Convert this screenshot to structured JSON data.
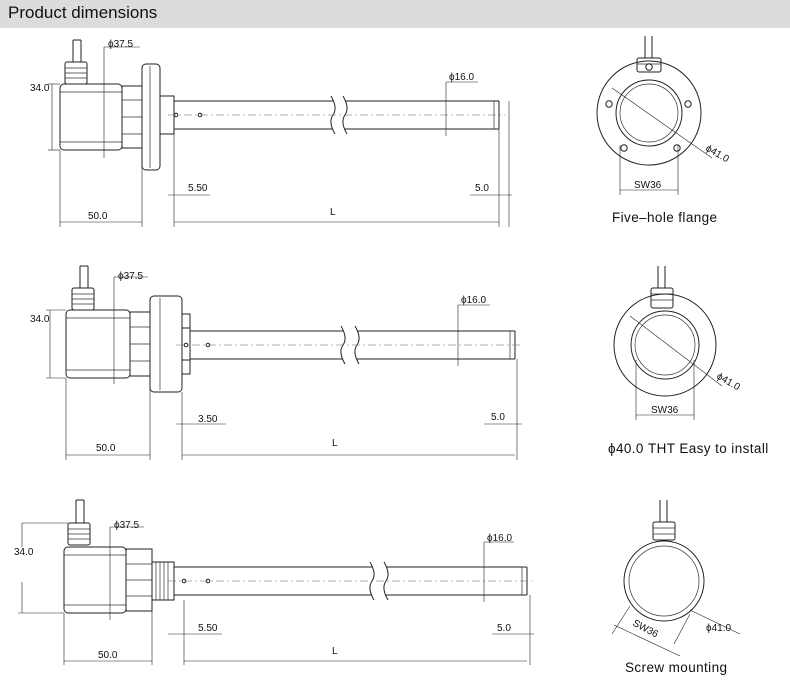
{
  "header": {
    "title": "Product dimensions"
  },
  "views": [
    {
      "caption": "Five–hole flange",
      "dia_cable": "ϕ37.5",
      "height": "34.0",
      "dia_rod": "ϕ16.0",
      "offset": "5.50",
      "tip": "5.0",
      "body_len": "50.0",
      "rod_len": "L",
      "end_dia": "ϕ41.0",
      "end_sw": "SW36"
    },
    {
      "caption": "ϕ40.0 THT Easy to install",
      "dia_cable": "ϕ37.5",
      "height": "34.0",
      "dia_rod": "ϕ16.0",
      "offset": "3.50",
      "tip": "5.0",
      "body_len": "50.0",
      "rod_len": "L",
      "end_dia": "ϕ41.0",
      "end_sw": "SW36"
    },
    {
      "caption": "Screw mounting",
      "dia_cable": "ϕ37.5",
      "height": "34.0",
      "dia_rod": "ϕ16.0",
      "offset": "5.50",
      "tip": "5.0",
      "body_len": "50.0",
      "rod_len": "L",
      "end_dia": "ϕ41.0",
      "end_sw": "SW36"
    }
  ]
}
